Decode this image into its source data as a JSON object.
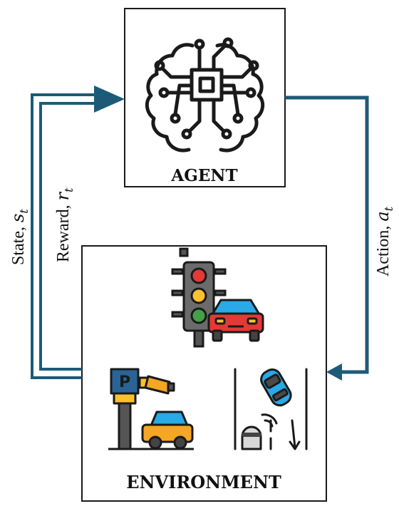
{
  "agent": {
    "label": "AGENT",
    "icon": "brain-chip-icon"
  },
  "environment": {
    "label": "ENVIRONMENT",
    "icons": [
      "traffic-light-icon",
      "car-icon",
      "parking-meter-camera-icon",
      "parked-car-icon",
      "lane-change-car-icon"
    ]
  },
  "arrows": {
    "state_label": "State, ",
    "state_var": "s",
    "state_sub": "t",
    "reward_label": "Reward, ",
    "reward_var": "r",
    "reward_sub": "t",
    "action_label": "Action, ",
    "action_var": "a",
    "action_sub": "t"
  },
  "colors": {
    "arrow": "#1d5a78",
    "box_border": "#1a1a1a",
    "icon_outline": "#1a1a1a",
    "traffic_light_red": "#e53935",
    "traffic_light_yellow": "#fbc02d",
    "traffic_light_green": "#43a047",
    "car_red": "#e53935",
    "car_blue": "#29a9e6",
    "car_orange": "#f5a623",
    "parking_sign": "#2a6496"
  }
}
